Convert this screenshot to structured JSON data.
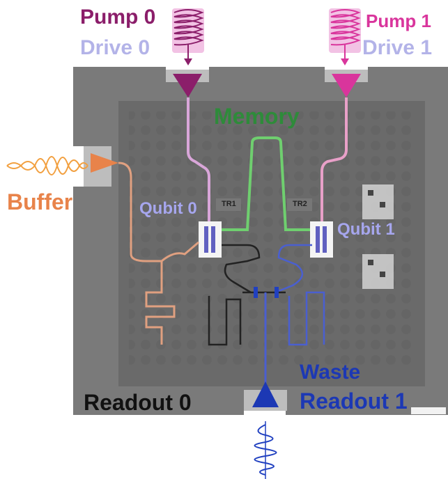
{
  "labels": {
    "pump0": "Pump 0",
    "drive0": "Drive 0",
    "pump1": "Pump 1",
    "drive1": "Drive 1",
    "memory": "Memory",
    "buffer": "Buffer",
    "qubit0": "Qubit 0",
    "qubit1": "Qubit 1",
    "tr1": "TR1",
    "tr2": "TR2",
    "waste": "Waste",
    "readout0": "Readout 0",
    "readout1": "Readout 1"
  },
  "colors": {
    "pump0": "#8b1e6a",
    "drive": "#b3b3e8",
    "pump1": "#d9359c",
    "memory": "#2e8b3a",
    "buffer": "#e8834a",
    "qubit": "#a6a6ee",
    "waste": "#1c38b4",
    "readout0": "#111111",
    "chip_gray": "#6e6e6e"
  }
}
